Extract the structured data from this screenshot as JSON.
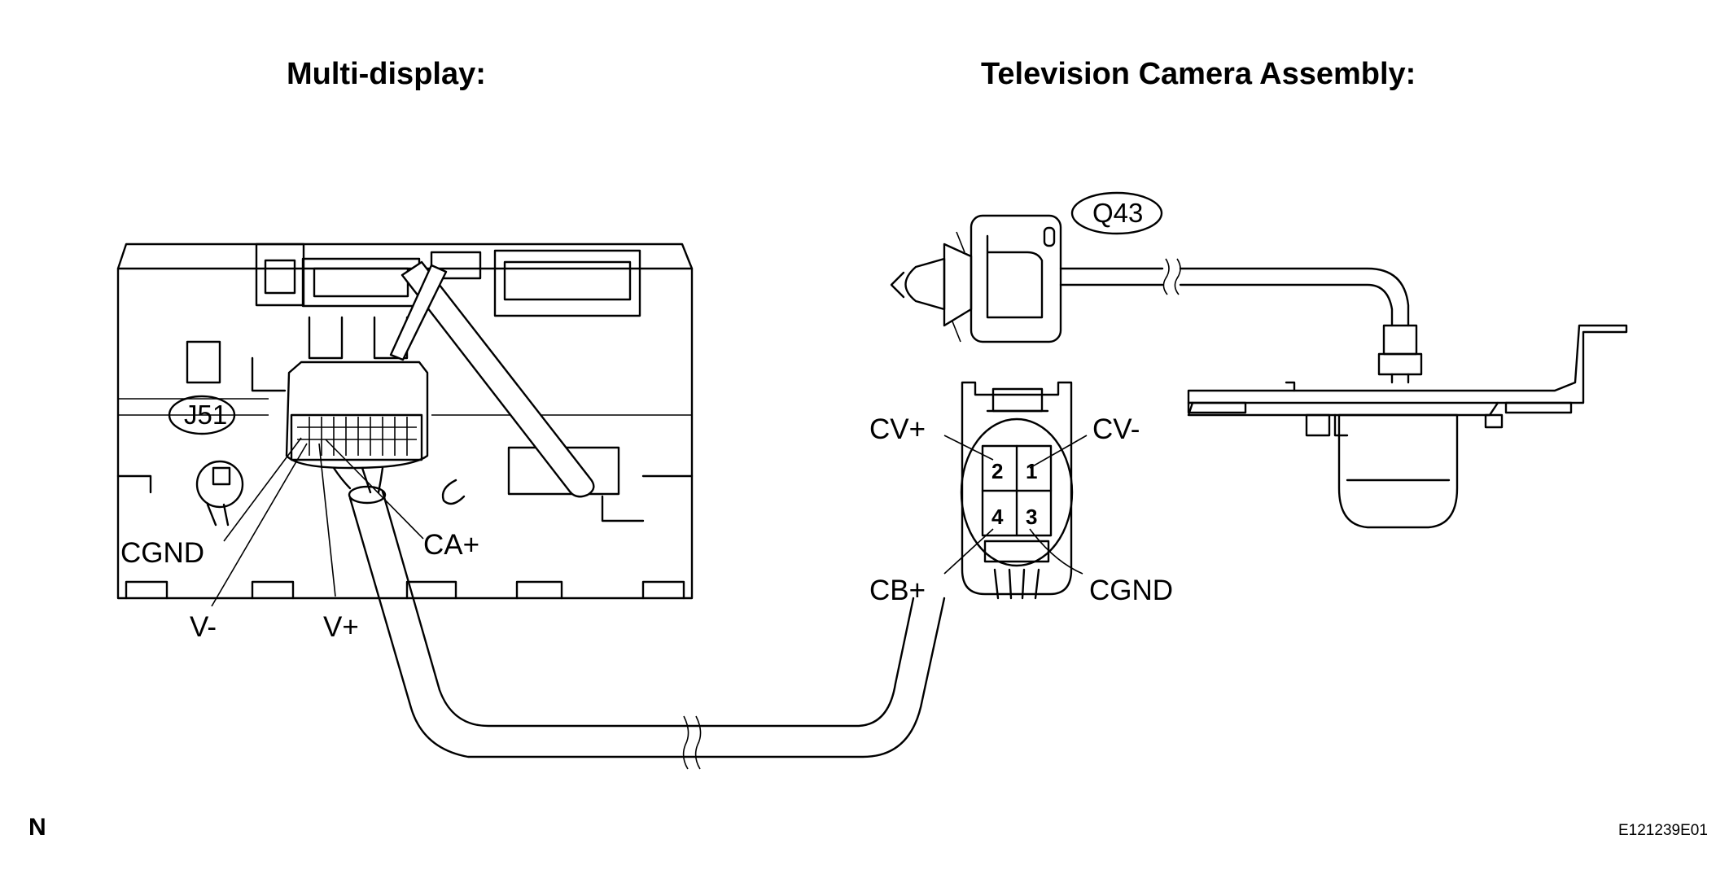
{
  "headings": {
    "left": "Multi-display:",
    "right": "Television Camera Assembly:"
  },
  "connectors": {
    "multi_display": "J51",
    "camera": "Q43"
  },
  "multi_display_pins": {
    "cgnd": "CGND",
    "v_minus": "V-",
    "v_plus": "V+",
    "ca_plus": "CA+"
  },
  "camera_pins": {
    "cv_plus": "CV+",
    "cv_minus": "CV-",
    "cb_plus": "CB+",
    "cgnd": "CGND"
  },
  "camera_pin_numbers": {
    "p1": "1",
    "p2": "2",
    "p3": "3",
    "p4": "4"
  },
  "footer": {
    "corner_mark": "N",
    "figure_id": "E121239E01"
  }
}
